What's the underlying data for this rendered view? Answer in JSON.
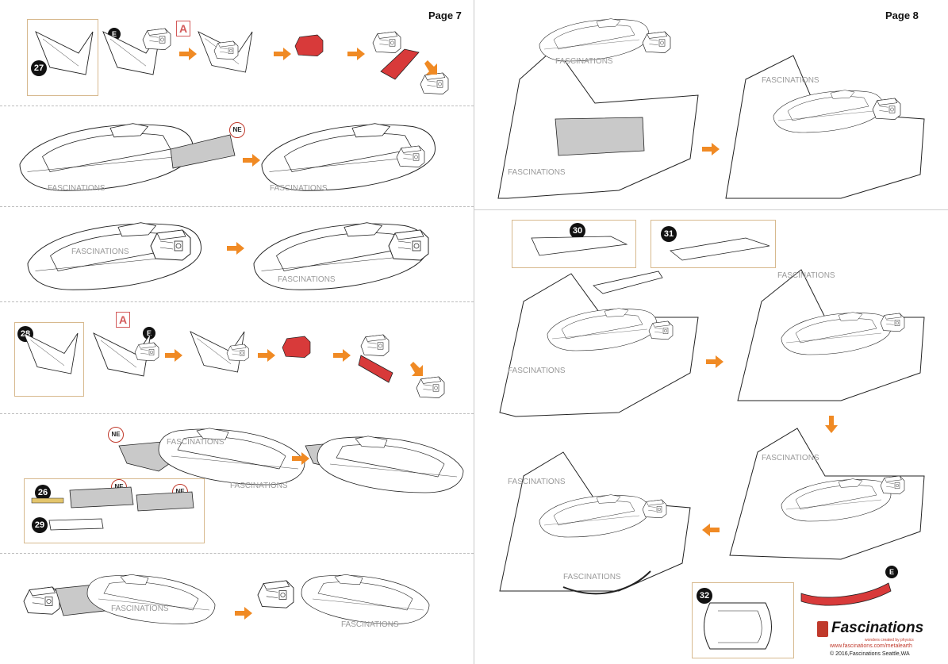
{
  "pages": {
    "left_label": "Page 7",
    "right_label": "Page 8"
  },
  "watermark": "FASCINATIONS",
  "steps": {
    "s27": "27",
    "s28": "28",
    "s26": "26",
    "s29": "29",
    "s30": "30",
    "s31": "31",
    "s32": "32"
  },
  "codes": {
    "E": "E",
    "A": "A",
    "NE": "NE"
  },
  "colors": {
    "accent_arrow": "#f08a24",
    "part_red": "#d83a3a",
    "callout_frame": "#d7b98e",
    "marker_blue": "#2a9ad6",
    "marker_green": "#7fbf3f"
  },
  "icons": [
    "orange-arrow-right-icon",
    "orange-arrow-down-icon",
    "orange-arrow-left-icon",
    "orange-arrow-diag-icon"
  ],
  "footer": {
    "brand": "Fascinations",
    "tagline": "wonders created by physics",
    "url": "www.fascinations.com/metalearth",
    "copyright": "© 2016,Fascinations Seattle,WA"
  }
}
